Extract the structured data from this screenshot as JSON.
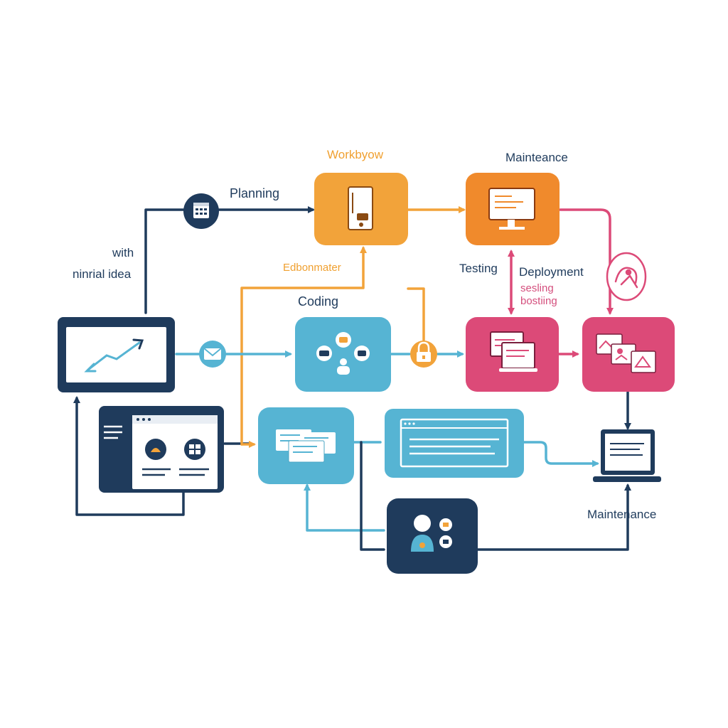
{
  "labels": {
    "workflow": "Workbyow",
    "maintenance_top": "Maintеаnce",
    "planning": "Planning",
    "with": "with",
    "initial_idea": "ninrial idea",
    "edbonmater": "Edbonmater",
    "testing": "Testing",
    "deployment": "Deployment",
    "sesling": "sesling",
    "bostiing": "bostiing",
    "coding": "Coding",
    "maintenance_bottom": "Maintenance"
  },
  "colors": {
    "navy": "#1f3b5c",
    "orange": "#f2a33a",
    "orange_dark": "#f08a2c",
    "teal": "#56b4d3",
    "pink": "#dc4a78",
    "white": "#ffffff"
  },
  "icons": [
    "calendar-icon",
    "phone-document-icon",
    "monitor-icon",
    "flame-bird-icon",
    "chart-arrow-icon",
    "envelope-icon",
    "team-icon",
    "lock-icon",
    "windows-icon",
    "photo-cards-icon",
    "browser-icon",
    "cards-icon",
    "webpage-icon",
    "laptop-icon",
    "user-icon"
  ]
}
